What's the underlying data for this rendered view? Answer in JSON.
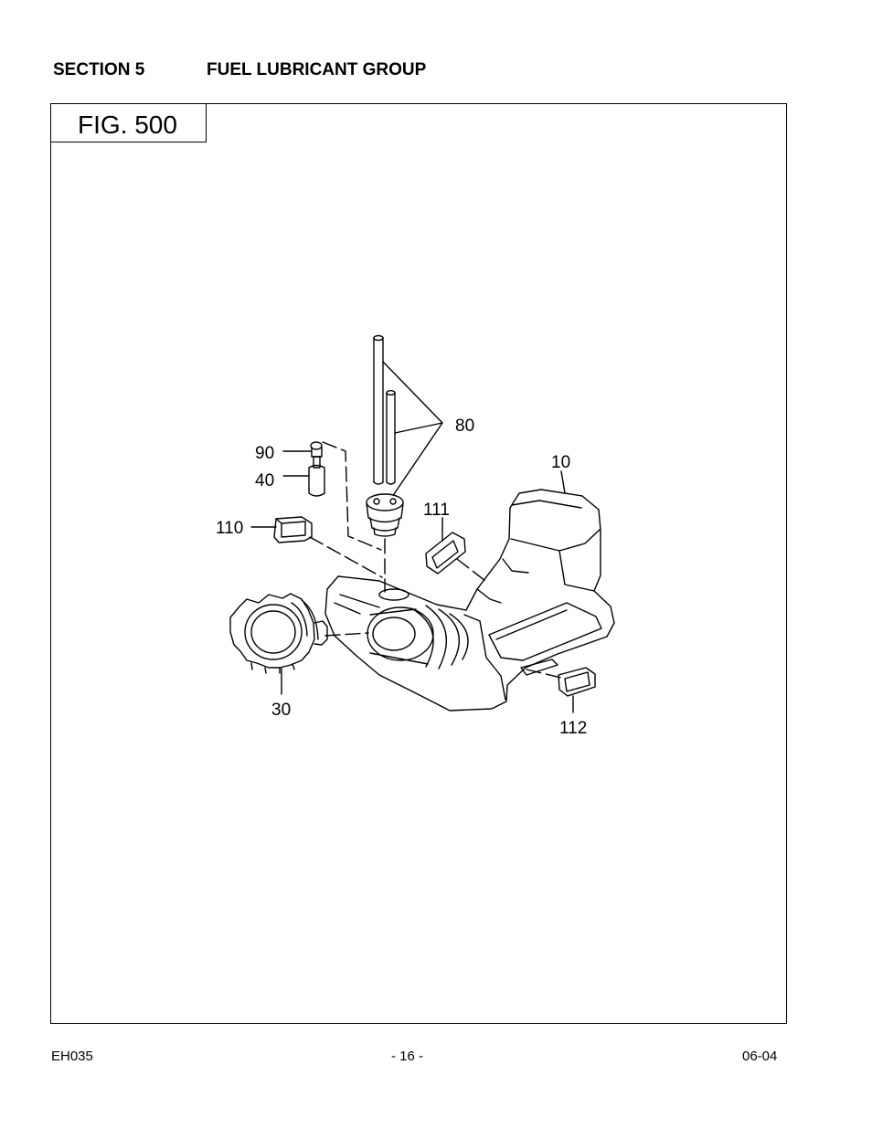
{
  "header": {
    "section_number": "SECTION 5",
    "section_title": "FUEL LUBRICANT GROUP"
  },
  "figure": {
    "label": "FIG. 500",
    "callouts": {
      "c80": "80",
      "c90": "90",
      "c40": "40",
      "c10": "10",
      "c111": "111",
      "c110": "110",
      "c30": "30",
      "c112": "112"
    }
  },
  "footer": {
    "doc_id": "EH035",
    "page": "- 16 -",
    "date": "06-04"
  }
}
